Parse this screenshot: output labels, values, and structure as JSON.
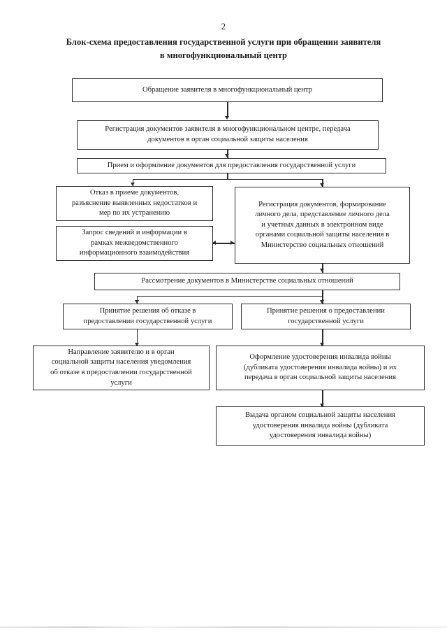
{
  "document": {
    "page_number": "2",
    "title_line_1": "Блок-схема предоставления государственной услуги при обращении заявителя",
    "title_line_2": "в многофункциональный центр"
  },
  "flowchart": {
    "type": "flowchart",
    "orientation": "top-to-bottom",
    "nodes": [
      {
        "id": "n1",
        "lines": [
          "Обращение заявителя в многофункциональный центр"
        ]
      },
      {
        "id": "n2",
        "lines": [
          "Регистрация документов заявителя в многофункциональном центре, передача",
          "документов в орган социальной защиты населения"
        ]
      },
      {
        "id": "n3",
        "lines": [
          "Прием и оформление документов для предоставления государственной услуги"
        ]
      },
      {
        "id": "n4",
        "lines": [
          "Отказ в приеме документов,",
          "разъяснение выявленных недостатков и",
          "мер по их устранению"
        ]
      },
      {
        "id": "n5",
        "lines": [
          "Запрос сведений и информации в",
          "рамках межведомственного",
          "информационного взаимодействия"
        ]
      },
      {
        "id": "n6",
        "lines": [
          "Регистрация документов, формирование",
          "личного дела, представление личного дела",
          "и учетных данных в электронном виде",
          "органами социальной защиты населения в",
          "Министерство социальных отношений"
        ]
      },
      {
        "id": "n7",
        "lines": [
          "Рассмотрение документов в Министерстве социальных отношений"
        ]
      },
      {
        "id": "n8",
        "lines": [
          "Принятие решения об отказе в",
          "предоставлении государственной услуги"
        ]
      },
      {
        "id": "n9",
        "lines": [
          "Принятие решения о предоставлении",
          "государственной услуги"
        ]
      },
      {
        "id": "n10",
        "lines": [
          "Направление заявителю и в орган",
          "социальной защиты населения уведомления",
          "об отказе в предоставлении государственной",
          "услуги"
        ]
      },
      {
        "id": "n11",
        "lines": [
          "Оформление удостоверения инвалида войны",
          "(дубликата удостоверения инвалида войны) и их",
          "передача в орган социальной защиты населения"
        ]
      },
      {
        "id": "n12",
        "lines": [
          "Выдача органом социальной защиты населения",
          "удостоверения инвалида войны (дубликата",
          "удостоверения инвалида войны)"
        ]
      }
    ],
    "edges": [
      {
        "from": "n1",
        "to": "n2",
        "style": "arrow-down"
      },
      {
        "from": "n2",
        "to": "n3",
        "style": "arrow-down"
      },
      {
        "from": "n3",
        "to": "n4",
        "style": "branch-left-arrow-down"
      },
      {
        "from": "n3",
        "to": "n6",
        "style": "branch-right-arrow-down"
      },
      {
        "from": "n5",
        "to": "n6",
        "style": "double-arrow-horizontal"
      },
      {
        "from": "n6",
        "to": "n7",
        "style": "arrow-down"
      },
      {
        "from": "n7",
        "to": "n8",
        "style": "branch-left-arrow-down"
      },
      {
        "from": "n7",
        "to": "n9",
        "style": "branch-right-arrow-down"
      },
      {
        "from": "n8",
        "to": "n10",
        "style": "arrow-down"
      },
      {
        "from": "n9",
        "to": "n11",
        "style": "arrow-down"
      },
      {
        "from": "n11",
        "to": "n12",
        "style": "arrow-down"
      }
    ],
    "colors": {
      "box_border": "#2b2b2b",
      "box_fill": "#ffffff",
      "connector": "#2b2b2b",
      "text": "#1a1a1a",
      "page_background": "#ffffff"
    }
  }
}
